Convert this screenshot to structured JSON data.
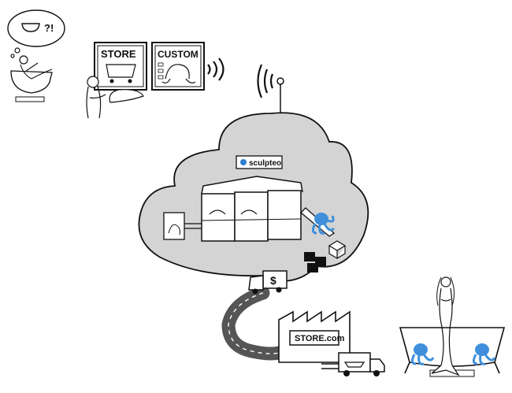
{
  "labels": {
    "thought": "?!",
    "store_screen": "STORE",
    "custom_screen": "CUSTOM",
    "brand": "sculpteo",
    "store_sign": "STORE.com",
    "truck_mark": "$"
  },
  "colors": {
    "cloud": "#d4d4d4",
    "accent": "#2f7fd1",
    "octopus": "#3f8fdc",
    "ink": "#111111",
    "road": "#555555"
  }
}
